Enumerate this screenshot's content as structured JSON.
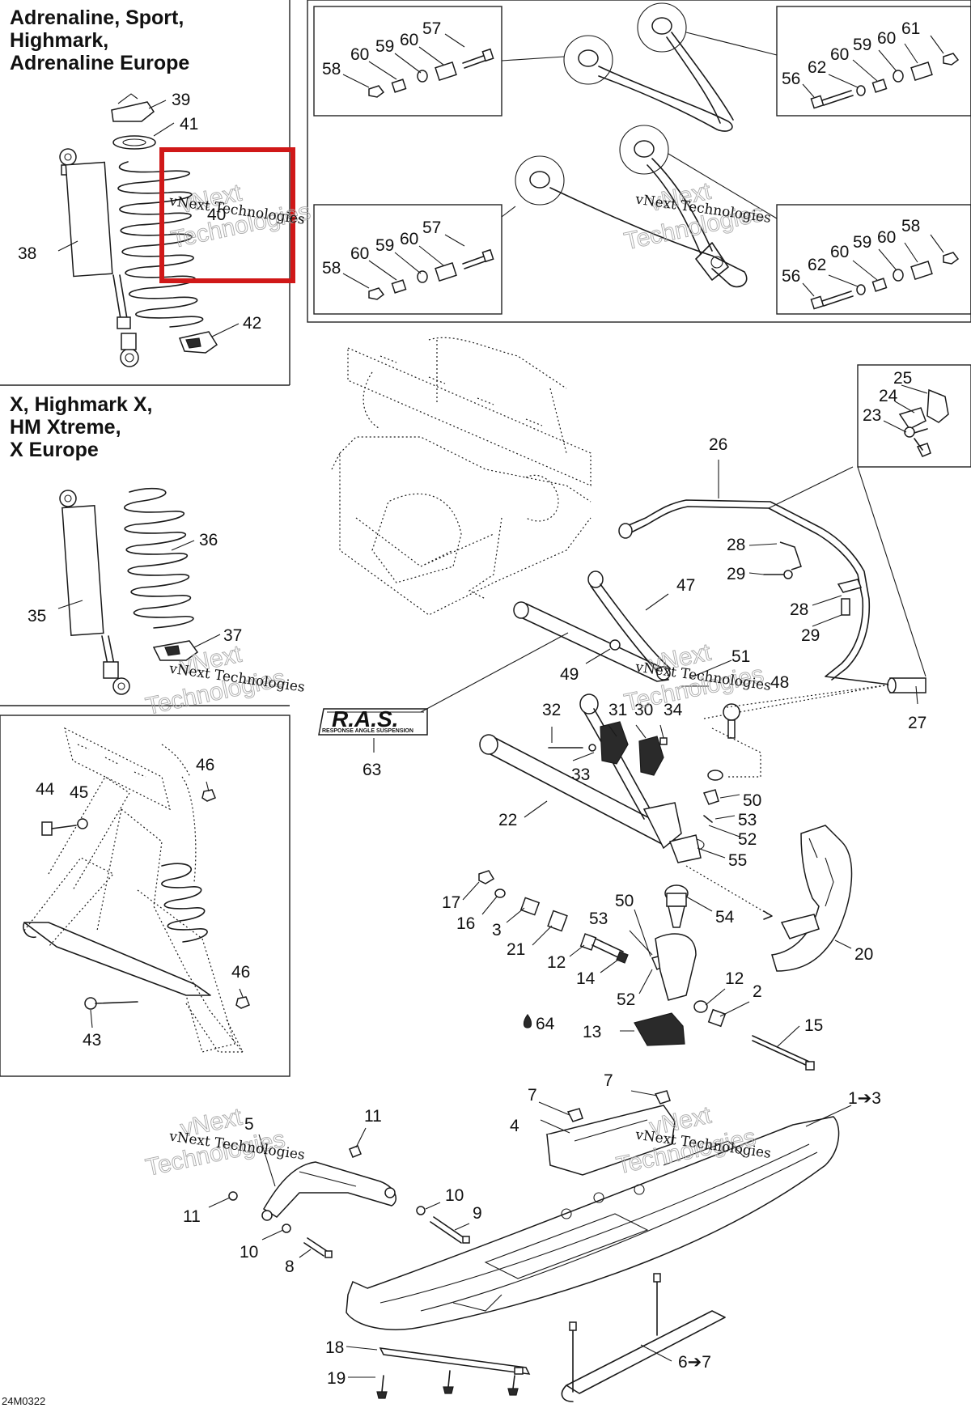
{
  "model_groups": [
    {
      "line1": "Adrenaline, Sport,",
      "line2": "Highmark,",
      "line3": "Adrenaline Europe"
    },
    {
      "line1": "X, Highmark X,",
      "line2": "HM Xtreme,",
      "line3": "X Europe"
    }
  ],
  "watermark": {
    "line1": "vNext",
    "line2": "Technologies",
    "inline": "vNext Technologies"
  },
  "logo": {
    "title": "R.A.S.",
    "subtitle": "RESPONSE ANGLE SUSPENSION"
  },
  "drawing_code": "24M0322",
  "highlight_color": "#d01818",
  "callouts": {
    "tl_57": "57",
    "tl_58": "58",
    "tl_60a": "60",
    "tl_59": "59",
    "tl_60b": "60",
    "bl_57": "57",
    "bl_58": "58",
    "bl_60a": "60",
    "bl_59": "59",
    "bl_60b": "60",
    "tr_61": "61",
    "tr_56": "56",
    "tr_62": "62",
    "tr_60a": "60",
    "tr_59": "59",
    "tr_60b": "60",
    "br_58": "58",
    "br_56": "56",
    "br_62": "62",
    "br_60a": "60",
    "br_59": "59",
    "br_60b": "60",
    "c39": "39",
    "c41": "41",
    "c40": "40",
    "c38": "38",
    "c42": "42",
    "c36": "36",
    "c35": "35",
    "c37": "37",
    "c46a": "46",
    "c44": "44",
    "c45": "45",
    "c46b": "46",
    "c43": "43",
    "c25": "25",
    "c24": "24",
    "c23": "23",
    "c26": "26",
    "c28a": "28",
    "c29a": "29",
    "c28b": "28",
    "c29b": "29",
    "c47": "47",
    "c51": "51",
    "c48": "48",
    "c49": "49",
    "c27": "27",
    "c63": "63",
    "c32": "32",
    "c31": "31",
    "c30": "30",
    "c34": "34",
    "c33": "33",
    "c50a": "50",
    "c53a": "53",
    "c52a": "52",
    "c22": "22",
    "c55": "55",
    "c54": "54",
    "c20": "20",
    "c17": "17",
    "c16": "16",
    "c3": "3",
    "c21": "21",
    "c50b": "50",
    "c53b": "53",
    "c12a": "12",
    "c14": "14",
    "c52b": "52",
    "c12b": "12",
    "c2": "2",
    "c64": "64",
    "c13": "13",
    "c15": "15",
    "c7a": "7",
    "c7b": "7",
    "c1": "1➔3",
    "c4": "4",
    "c5": "5",
    "c11a": "11",
    "c11b": "11",
    "c10a": "10",
    "c9": "9",
    "c10b": "10",
    "c8": "8",
    "c6": "6➔7",
    "c18": "18",
    "c19": "19"
  }
}
